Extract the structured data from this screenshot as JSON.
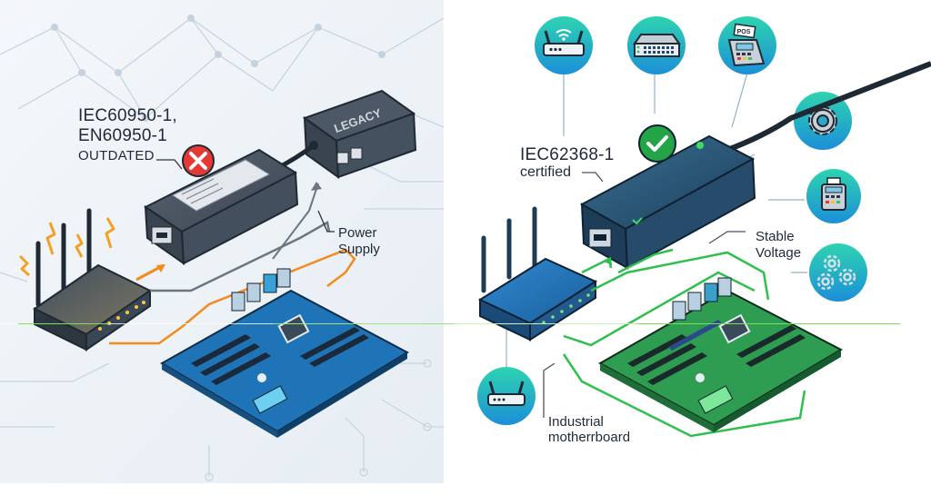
{
  "panels": {
    "left": {
      "theme": "legacy",
      "standard_line1": "IEC60950-1,",
      "standard_line2": "EN60950-1",
      "status_text": "OUTDATED",
      "status_icon": "x-circle-icon",
      "device_label": "LEGACY",
      "psu_label_line1": "Power",
      "psu_label_line2": "Supply",
      "accent_color": "#f28c1e",
      "status_color": "#e53935",
      "board_color": "#1f74b8"
    },
    "right": {
      "theme": "certified",
      "standard_line1": "IEC62368-1",
      "status_text": "certified",
      "status_icon": "check-circle-icon",
      "voltage_label_line1": "Stable",
      "voltage_label_line2": "Voltage",
      "board_label_line1": "Industrial",
      "board_label_line2": "motherrboard",
      "accent_color": "#2fbf4f",
      "status_color": "#22a447",
      "board_color": "#2e9d52",
      "device_icons": [
        {
          "name": "wifi-router-icon"
        },
        {
          "name": "network-switch-icon"
        },
        {
          "name": "pos-terminal-icon",
          "text": "POS"
        },
        {
          "name": "gear-icon"
        },
        {
          "name": "payment-terminal-icon"
        },
        {
          "name": "gears-icon"
        },
        {
          "name": "router-icon"
        }
      ]
    }
  }
}
